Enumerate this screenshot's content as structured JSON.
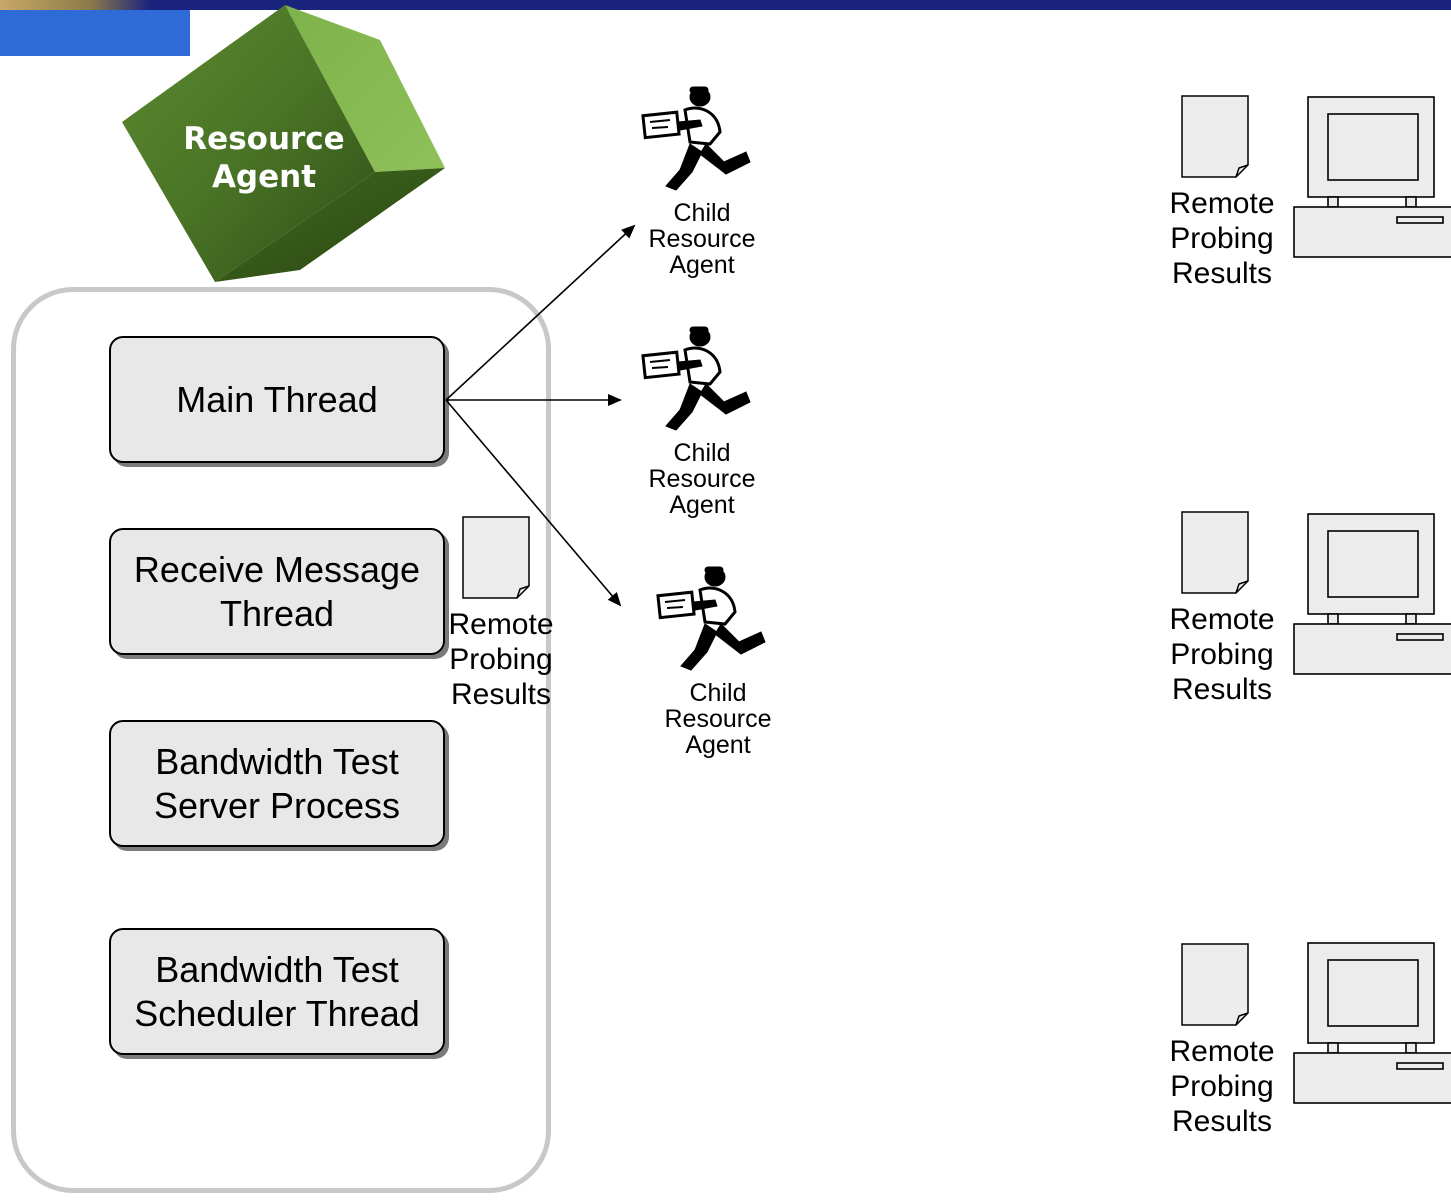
{
  "resource_agent": {
    "label": "Resource\nAgent",
    "color": "#6b9a3a"
  },
  "threads": [
    {
      "label": "Main Thread"
    },
    {
      "label": "Receive Message\nThread"
    },
    {
      "label": "Bandwidth Test\nServer Process"
    },
    {
      "label": "Bandwidth Test\nScheduler Thread"
    }
  ],
  "local_results": {
    "label": "Remote\nProbing\nResults"
  },
  "child_agents": [
    {
      "label": "Child\nResource\nAgent"
    },
    {
      "label": "Child\nResource\nAgent"
    },
    {
      "label": "Child\nResource\nAgent"
    }
  ],
  "remote_hosts": [
    {
      "results_label": "Remote\nProbing\nResults"
    },
    {
      "results_label": "Remote\nProbing\nResults"
    },
    {
      "results_label": "Remote\nProbing\nResults"
    }
  ]
}
